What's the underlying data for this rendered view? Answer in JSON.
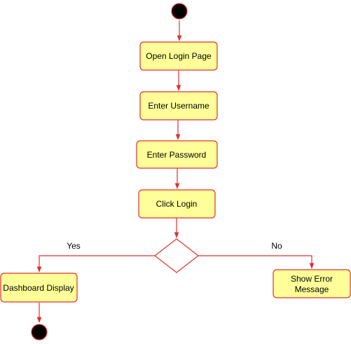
{
  "colors": {
    "node_fill": "#ffff99",
    "node_stroke": "#e03030",
    "edge": "#e03030",
    "terminal_fill": "#000000",
    "terminal_stroke": "#e03030",
    "decision_fill": "#ffffff",
    "text": "#000000",
    "background": "#ffffff"
  },
  "nodes": {
    "start": {
      "shape": "initial-node"
    },
    "open_login_page": {
      "label": "Open Login Page"
    },
    "enter_username": {
      "label": "Enter Username"
    },
    "enter_password": {
      "label": "Enter Password"
    },
    "click_login": {
      "label": "Click Login"
    },
    "decision": {
      "shape": "decision"
    },
    "dashboard_display": {
      "label": "Dashboard Display"
    },
    "show_error_message": {
      "label_line1": "Show Error",
      "label_line2": "Message"
    },
    "end": {
      "shape": "final-node"
    }
  },
  "edges": {
    "yes_label": "Yes",
    "no_label": "No"
  }
}
